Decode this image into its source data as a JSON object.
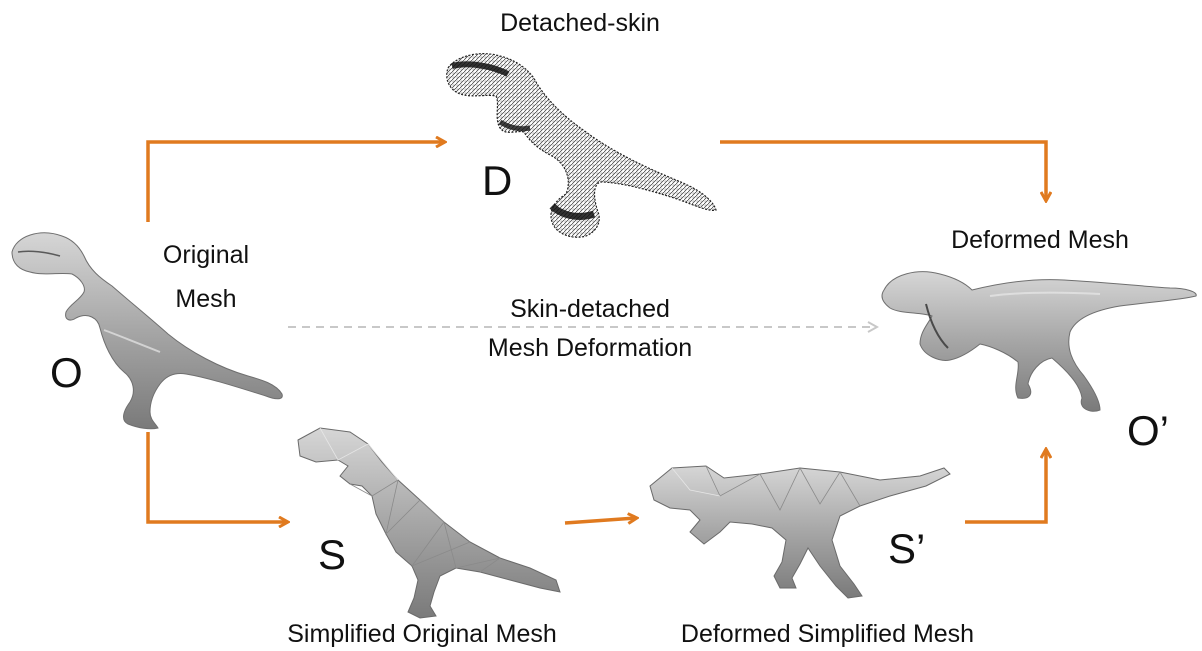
{
  "labels": {
    "detached_skin": "Detached-skin",
    "original_mesh_1": "Original",
    "original_mesh_2": "Mesh",
    "deformed_mesh": "Deformed Mesh",
    "skin_detached_1": "Skin-detached",
    "skin_detached_2": "Mesh Deformation",
    "simplified_original_mesh": "Simplified Original Mesh",
    "deformed_simplified_mesh": "Deformed Simplified Mesh"
  },
  "letters": {
    "o": "O",
    "d": "D",
    "s": "S",
    "s_prime": "S’",
    "o_prime": "O’"
  },
  "colors": {
    "arrow": "#e07a1f",
    "dashed_arrow": "#c8c8c8",
    "mesh": "#a9a9a9",
    "mesh_dark": "#6f6f6f",
    "mesh_light": "#d9d9d9",
    "skin": "#222222"
  }
}
